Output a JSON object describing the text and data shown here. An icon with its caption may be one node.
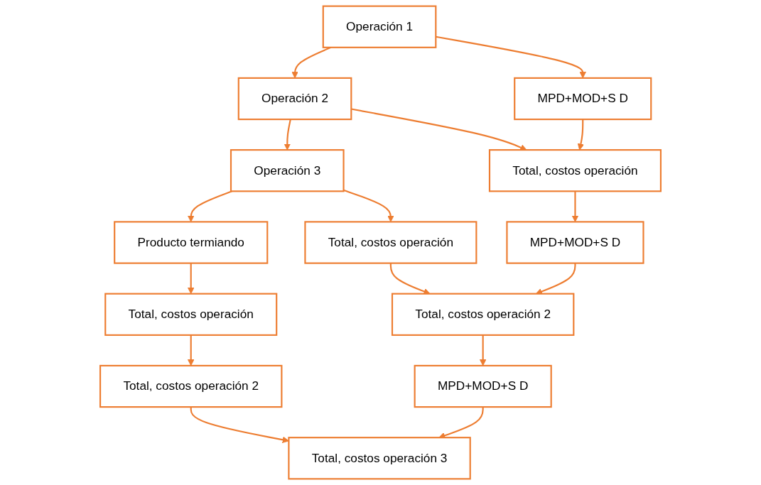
{
  "diagram": {
    "nodes": [
      {
        "text": [
          "Operación 1"
        ]
      },
      {
        "text": [
          "Operación 2"
        ]
      },
      {
        "text": [
          "Operación 3"
        ]
      },
      {
        "text": [
          "Producto termiando"
        ]
      },
      {
        "text": [
          "MPD+MOD+S D"
        ]
      },
      {
        "text": [
          "Total, costos operación"
        ]
      },
      {
        "text": [
          "Total, costos operación"
        ]
      },
      {
        "text": [
          "Total, costos operación"
        ]
      },
      {
        "text": [
          "MPD+MOD+S D"
        ]
      },
      {
        "text": [
          "Total, costos operación 2"
        ]
      },
      {
        "text": [
          "Total, costos operación 2"
        ]
      },
      {
        "text": [
          "MPD+MOD+S D"
        ]
      },
      {
        "text": [
          "Total, costos operación 3"
        ]
      }
    ],
    "edges": [
      {
        "from": 0,
        "to": 1,
        "arrow": "to"
      },
      {
        "from": 1,
        "to": 2,
        "arrow": "to"
      },
      {
        "from": 2,
        "to": 3,
        "arrow": "to"
      },
      {
        "from": 0,
        "to": 4,
        "arrow": "to"
      },
      {
        "from": 1,
        "to": 5,
        "arrow": "to"
      },
      {
        "from": 2,
        "to": 6,
        "arrow": "to"
      },
      {
        "from": 3,
        "to": 7,
        "arrow": "to"
      },
      {
        "from": 4,
        "to": 5,
        "arrow": "to"
      },
      {
        "from": 5,
        "to": 8,
        "arrow": "to"
      },
      {
        "from": 6,
        "to": 9,
        "arrow": "to"
      },
      {
        "from": 7,
        "to": 10,
        "arrow": "to"
      },
      {
        "from": 8,
        "to": 9,
        "arrow": "to"
      },
      {
        "from": 9,
        "to": 11,
        "arrow": "to"
      },
      {
        "from": 10,
        "to": 12,
        "arrow": "to"
      },
      {
        "from": 11,
        "to": 12,
        "arrow": "to"
      }
    ]
  }
}
